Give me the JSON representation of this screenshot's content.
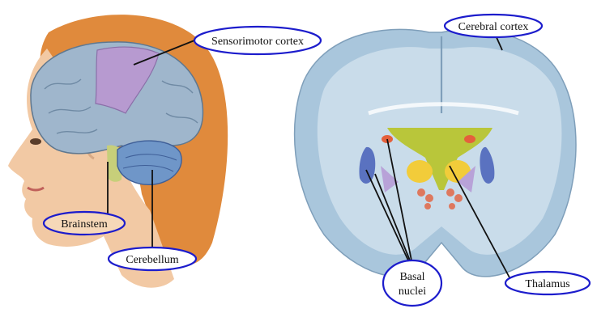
{
  "labels": {
    "sensorimotor": "Sensorimotor cortex",
    "brainstem": "Brainstem",
    "cerebellum": "Cerebellum",
    "cerebral": "Cerebral cortex",
    "basal_line1": "Basal",
    "basal_line2": "nuclei",
    "thalamus": "Thalamus"
  },
  "colors": {
    "label_outline": "#1c1ccc",
    "hair": "#e08a3c",
    "skin": "#f2c9a4",
    "cortex": "#9fb6cc",
    "sensorimotor": "#b79ad0",
    "cerebellum": "#6f96c8",
    "brainstem": "#c7cf7a",
    "section_fill": "#c9dcea",
    "section_cortex": "#a9c6dc",
    "basal_red": "#e4603c",
    "basal_yellow": "#f2cc3a",
    "basal_blue": "#5a72c0",
    "basal_lavender": "#b8a2d8",
    "olive": "#b9c63a"
  }
}
